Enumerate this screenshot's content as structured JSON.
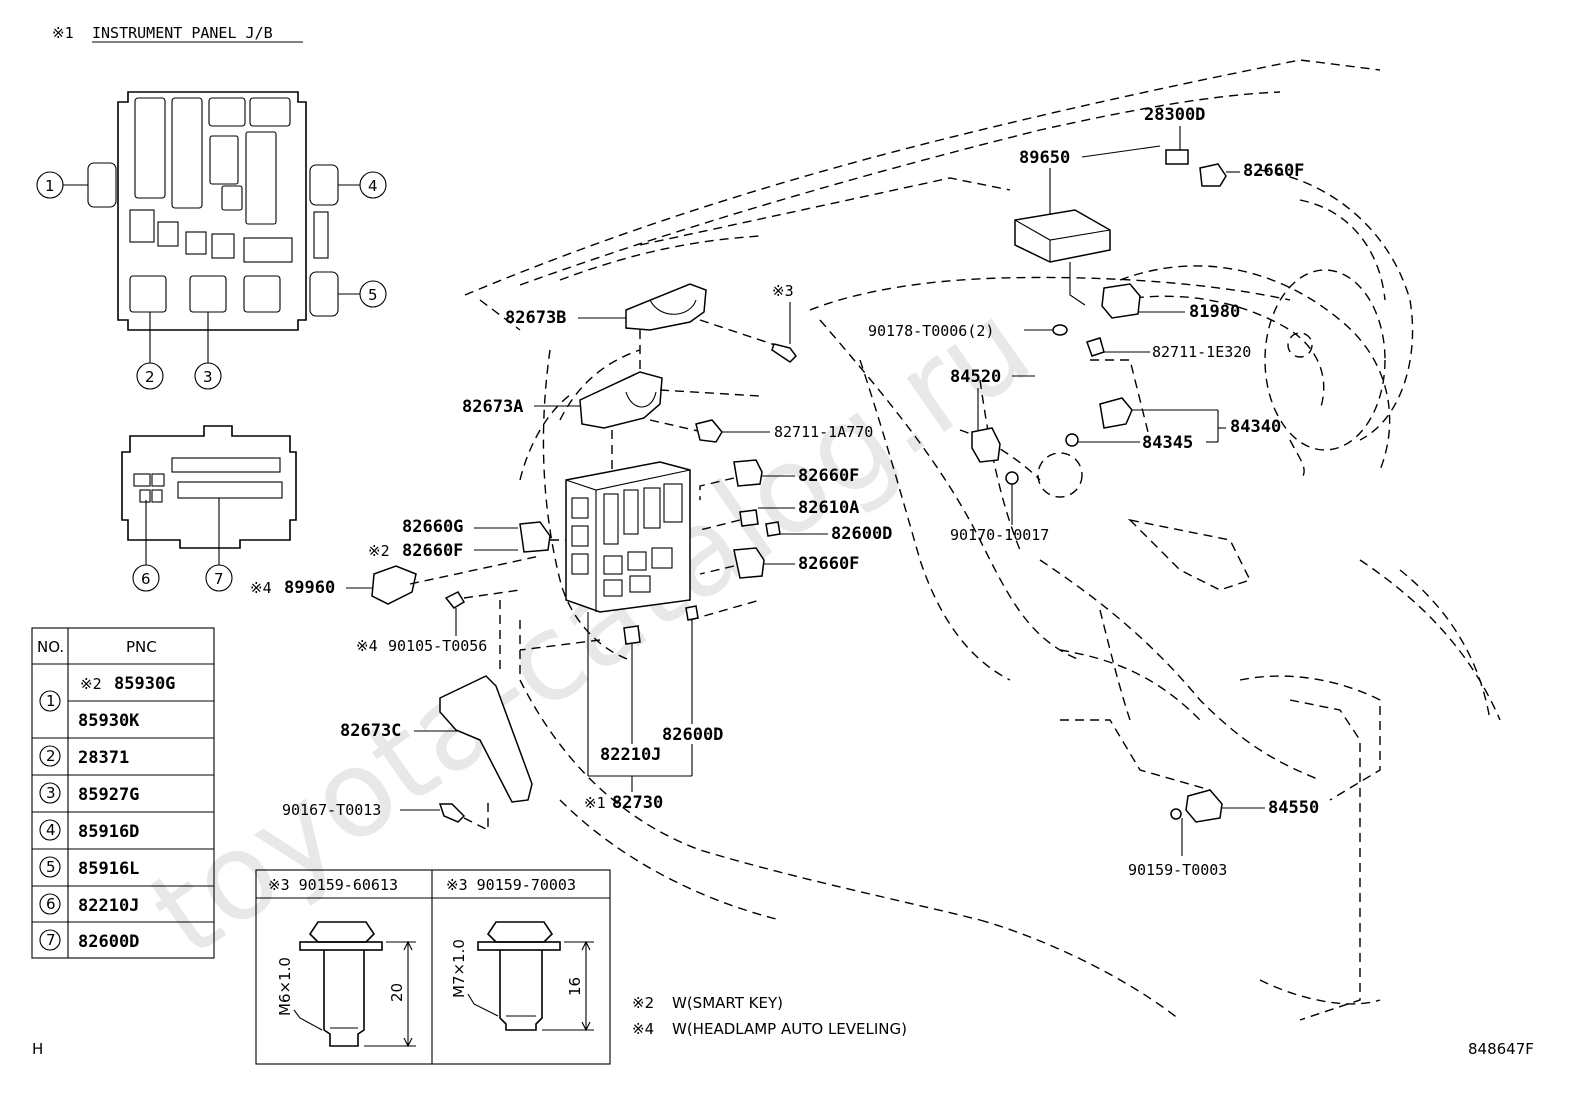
{
  "header": {
    "note_mark": "※1",
    "title": "INSTRUMENT PANEL J/B"
  },
  "callouts": [
    "1",
    "2",
    "3",
    "4",
    "5",
    "6",
    "7"
  ],
  "parts": {
    "p28300D": "28300D",
    "p89650": "89650",
    "p82660F_a": "82660F",
    "p81980": "81980",
    "p90178": "90178-T0006(2)",
    "p82711_1E320": "82711-1E320",
    "p84520": "84520",
    "p84340": "84340",
    "p84345": "84345",
    "p82673B": "82673B",
    "p82673A": "82673A",
    "p82711_1A770": "82711-1A770",
    "p82660F_b": "82660F",
    "p82610A": "82610A",
    "p82600D_a": "82600D",
    "p82660F_c": "82660F",
    "p90170": "90170-10017",
    "p82660G": "82660G",
    "p82660F_d": "82660F",
    "p89960": "89960",
    "p90105": "90105-T0056",
    "p82673C": "82673C",
    "p82600D_b": "82600D",
    "p82210J": "82210J",
    "p82730": "82730",
    "p90167": "90167-T0013",
    "p84550": "84550",
    "p90159_T0003": "90159-T0003"
  },
  "marks": {
    "m2": "※2",
    "m3": "※3",
    "m4": "※4",
    "m4b": "※4",
    "m1": "※1"
  },
  "pnc_table": {
    "headers": {
      "no": "NO.",
      "pnc": "PNC"
    },
    "rows": [
      {
        "no": "1",
        "pnc": "85930G",
        "mark": "※2"
      },
      {
        "no": "",
        "pnc": "85930K",
        "mark": ""
      },
      {
        "no": "2",
        "pnc": "28371",
        "mark": ""
      },
      {
        "no": "3",
        "pnc": "85927G",
        "mark": ""
      },
      {
        "no": "4",
        "pnc": "85916D",
        "mark": ""
      },
      {
        "no": "5",
        "pnc": "85916L",
        "mark": ""
      },
      {
        "no": "6",
        "pnc": "82210J",
        "mark": ""
      },
      {
        "no": "7",
        "pnc": "82600D",
        "mark": ""
      }
    ]
  },
  "bolt_table": {
    "left": {
      "title": "※3 90159-60613",
      "thread": "M6×1.0",
      "length": "20"
    },
    "right": {
      "title": "※3 90159-70003",
      "thread": "M7×1.0",
      "length": "16"
    }
  },
  "notes": [
    {
      "mark": "※2",
      "text": "W(SMART KEY)"
    },
    {
      "mark": "※4",
      "text": "W(HEADLAMP AUTO LEVELING)"
    }
  ],
  "footer": {
    "left": "H",
    "right": "848647F"
  },
  "watermark": "toyota-catalog.ru"
}
